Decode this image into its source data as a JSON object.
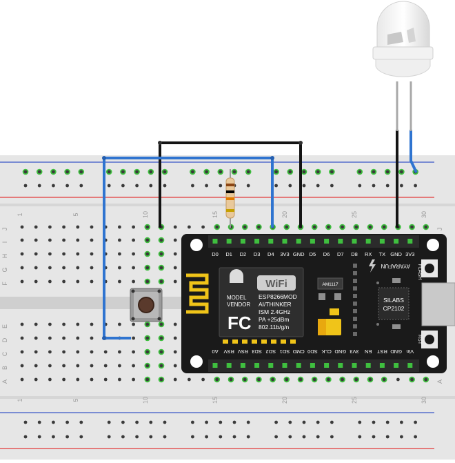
{
  "breadboard": {
    "column_numbers": [
      "1",
      "5",
      "10",
      "15",
      "20",
      "25",
      "30"
    ],
    "row_letters_top": [
      "J",
      "I",
      "H",
      "G",
      "F"
    ],
    "row_letters_bottom": [
      "E",
      "D",
      "C",
      "B",
      "A"
    ],
    "colors": {
      "board": "#e6e6e6",
      "rail_red": "#e23b3b",
      "rail_blue": "#3a56c8",
      "connected_hole": "#3fbf3f"
    }
  },
  "nodemcu": {
    "top_pins": [
      "D0",
      "D1",
      "D2",
      "D3",
      "D4",
      "3V3",
      "GND",
      "D5",
      "D6",
      "D7",
      "D8",
      "RX",
      "TX",
      "GND",
      "3V3"
    ],
    "bottom_pins": [
      "A0",
      "RSV",
      "RSV",
      "SD3",
      "SD2",
      "SD1",
      "CMD",
      "SD0",
      "CLK",
      "GND",
      "3V3",
      "EN",
      "RST",
      "GND",
      "Vin"
    ],
    "wifi_logo": "WiFi",
    "fc_logo": "FC",
    "shield_labels": [
      "MODEL",
      "VENDOR"
    ],
    "shield_lines": [
      "ESP8266MOD",
      "AI/THINKER",
      "ISM 2.4GHz",
      "PA +25dBm",
      "802.11b/g/n"
    ],
    "regulator_label": "AM1117",
    "brand": "AYARAFUN",
    "usb_chip_lines": [
      "SILABS",
      "CP2102"
    ],
    "button_labels": {
      "flash": "FLASH",
      "reset": "RST"
    },
    "colors": {
      "pcb": "#1a1a1a",
      "header": "#2b2b2b",
      "pin": "#f0c419",
      "text": "#ffffff"
    }
  },
  "components": {
    "led_icon": "led-icon",
    "resistor_icon": "resistor-icon",
    "push_button_icon": "tactile-switch-icon"
  },
  "wires": {
    "colors": {
      "black": "#141414",
      "blue": "#2f74d0"
    }
  }
}
